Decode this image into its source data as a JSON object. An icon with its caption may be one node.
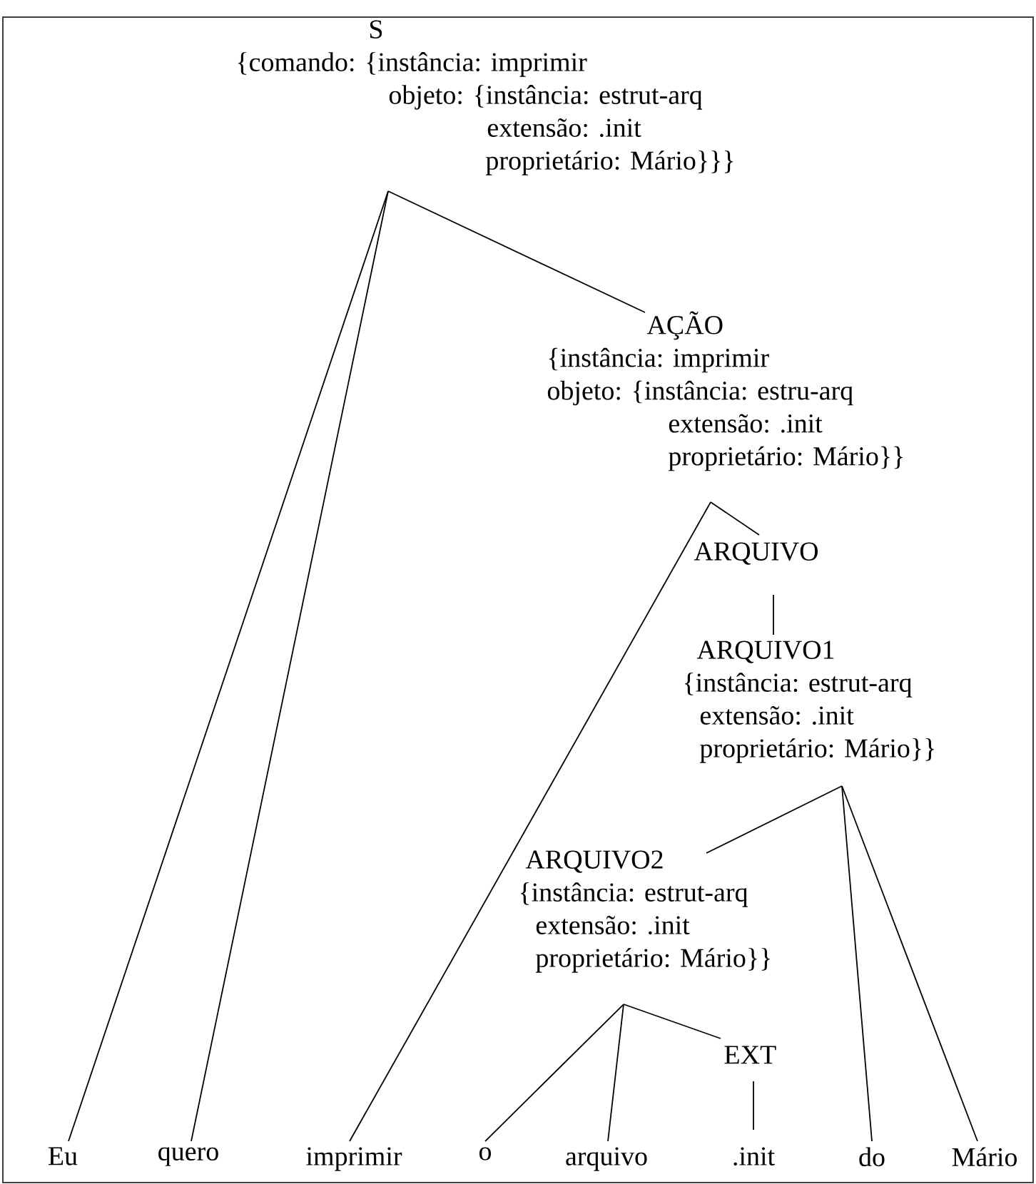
{
  "diagram": {
    "nodes": [
      {
        "text": [
          "S",
          "{comando: {instância: imprimir",
          "objeto: {instância: estrut-arq",
          "extensão: .init",
          "proprietário: Mário}}}"
        ]
      },
      {
        "text": [
          "AÇÃO",
          "{instância: imprimir",
          "objeto: {instância: estru-arq",
          "extensão: .init",
          "proprietário: Mário}}"
        ]
      },
      {
        "text": [
          "ARQUIVO"
        ]
      },
      {
        "text": [
          "ARQUIVO1",
          "{instância: estrut-arq",
          "extensão: .init",
          "proprietário: Mário}}"
        ]
      },
      {
        "text": [
          "ARQUIVO2",
          "{instância: estrut-arq",
          "extensão: .init",
          "proprietário: Mário}}"
        ]
      },
      {
        "text": [
          "EXT"
        ]
      },
      {
        "text": [
          "Eu"
        ]
      },
      {
        "text": [
          "quero"
        ]
      },
      {
        "text": [
          "imprimir"
        ]
      },
      {
        "text": [
          "o"
        ]
      },
      {
        "text": [
          "arquivo"
        ]
      },
      {
        "text": [
          ".init"
        ]
      },
      {
        "text": [
          "do"
        ]
      },
      {
        "text": [
          "Mário"
        ]
      }
    ],
    "edges": [
      {
        "from": 0,
        "to": 6,
        "arrow": "none"
      },
      {
        "from": 0,
        "to": 7,
        "arrow": "none"
      },
      {
        "from": 0,
        "to": 1,
        "arrow": "none"
      },
      {
        "from": 1,
        "to": 8,
        "arrow": "none"
      },
      {
        "from": 1,
        "to": 2,
        "arrow": "none"
      },
      {
        "from": 2,
        "to": 3,
        "arrow": "none"
      },
      {
        "from": 3,
        "to": 4,
        "arrow": "none"
      },
      {
        "from": 3,
        "to": 12,
        "arrow": "none"
      },
      {
        "from": 3,
        "to": 13,
        "arrow": "none"
      },
      {
        "from": 4,
        "to": 9,
        "arrow": "none"
      },
      {
        "from": 4,
        "to": 10,
        "arrow": "none"
      },
      {
        "from": 4,
        "to": 5,
        "arrow": "none"
      },
      {
        "from": 5,
        "to": 11,
        "arrow": "none"
      }
    ]
  }
}
